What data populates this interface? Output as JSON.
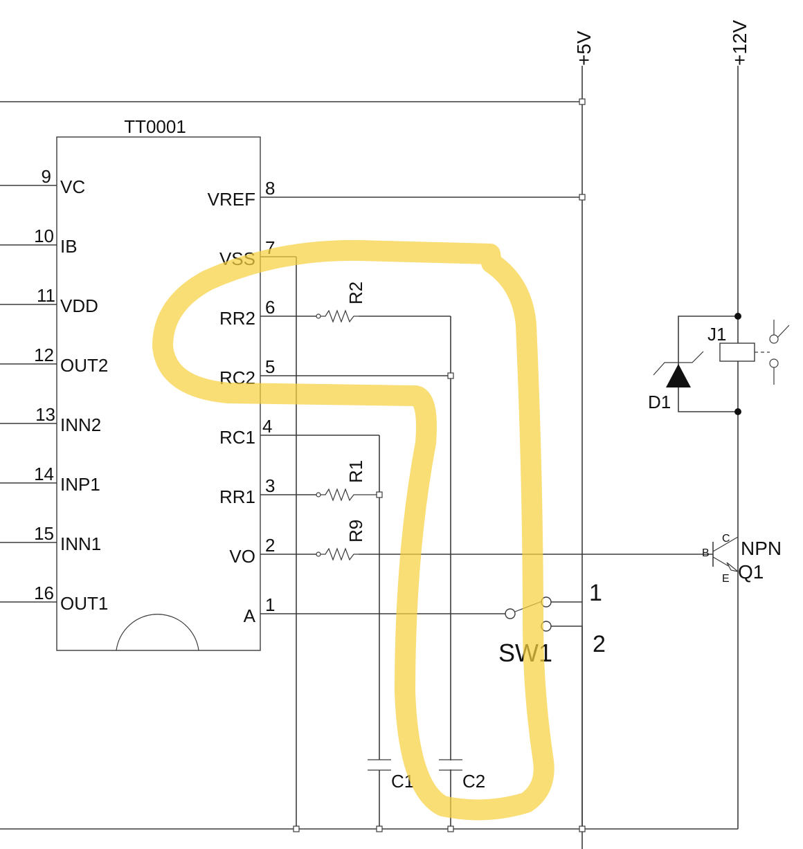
{
  "ic": {
    "name": "TT0001",
    "left_pins": [
      {
        "num": "9",
        "label": "VC"
      },
      {
        "num": "10",
        "label": "IB"
      },
      {
        "num": "11",
        "label": "VDD"
      },
      {
        "num": "12",
        "label": "OUT2"
      },
      {
        "num": "13",
        "label": "INN2"
      },
      {
        "num": "14",
        "label": "INP1"
      },
      {
        "num": "15",
        "label": "INN1"
      },
      {
        "num": "16",
        "label": "OUT1"
      }
    ],
    "right_pins": [
      {
        "num": "8",
        "label": "VREF"
      },
      {
        "num": "7",
        "label": "VSS"
      },
      {
        "num": "6",
        "label": "RR2"
      },
      {
        "num": "5",
        "label": "RC2"
      },
      {
        "num": "4",
        "label": "RC1"
      },
      {
        "num": "3",
        "label": "RR1"
      },
      {
        "num": "2",
        "label": "VO"
      },
      {
        "num": "1",
        "label": "A"
      }
    ]
  },
  "rails": {
    "v5": "+5V",
    "v12": "+12V"
  },
  "resistors": {
    "r2": "R2",
    "r1": "R1",
    "r9": "R9"
  },
  "capacitors": {
    "c1": "C1",
    "c2": "C2"
  },
  "switch": {
    "label": "SW1",
    "pos1": "1",
    "pos2": "2"
  },
  "relay": {
    "label": "J1"
  },
  "diode": {
    "label": "D1"
  },
  "transistor": {
    "type": "NPN",
    "ref": "Q1",
    "b": "B",
    "c": "C",
    "e": "E"
  },
  "colors": {
    "wire": "#3a3a3a",
    "highlight": "#f7d040"
  }
}
